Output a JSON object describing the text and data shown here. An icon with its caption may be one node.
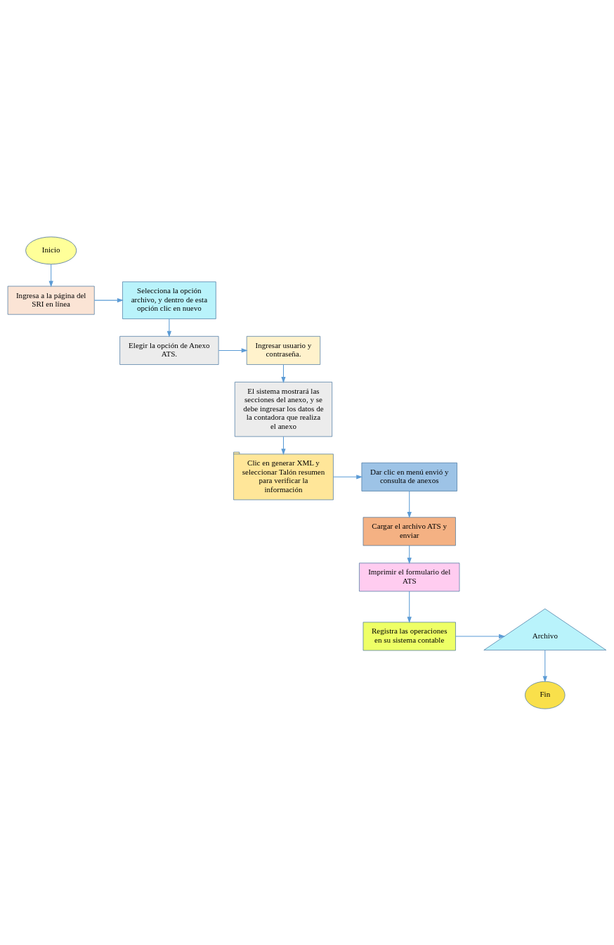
{
  "diagram": {
    "nodes": [
      {
        "text": [
          "Inicio"
        ]
      },
      {
        "text": [
          "Ingresa a la página del SRI en línea"
        ]
      },
      {
        "text": [
          "Selecciona la opción archivo, y dentro de esta opción clic en nuevo"
        ]
      },
      {
        "text": [
          "Elegir la opción de Anexo ATS."
        ]
      },
      {
        "text": [
          "Ingresar usuario y contraseña."
        ]
      },
      {
        "text": [
          "El sistema mostrará las secciones del anexo, y se debe ingresar los datos de la contadora que realiza el anexo"
        ]
      },
      {
        "text": [
          "Clic en generar XML y seleccionar Talón resumen para verificar la información"
        ]
      },
      {
        "text": [
          "Dar clic en menú envió y consulta de anexos"
        ]
      },
      {
        "text": [
          "Cargar el archivo ATS y enviar"
        ]
      },
      {
        "text": [
          "Imprimir el formulario del ATS"
        ]
      },
      {
        "text": [
          "Registra las operaciones en su sistema contable"
        ]
      },
      {
        "text": [
          "Archivo"
        ]
      },
      {
        "text": [
          "Fin"
        ]
      }
    ],
    "edges": [
      {
        "from": 0,
        "to": 1,
        "arrow": "to"
      },
      {
        "from": 1,
        "to": 2,
        "arrow": "to"
      },
      {
        "from": 2,
        "to": 3,
        "arrow": "to"
      },
      {
        "from": 3,
        "to": 4,
        "arrow": "to"
      },
      {
        "from": 4,
        "to": 5,
        "arrow": "to"
      },
      {
        "from": 5,
        "to": 6,
        "arrow": "to"
      },
      {
        "from": 6,
        "to": 7,
        "arrow": "to"
      },
      {
        "from": 7,
        "to": 8,
        "arrow": "to"
      },
      {
        "from": 8,
        "to": 9,
        "arrow": "to"
      },
      {
        "from": 9,
        "to": 10,
        "arrow": "to"
      },
      {
        "from": 10,
        "to": 11,
        "arrow": "to"
      },
      {
        "from": 11,
        "to": 12,
        "arrow": "to"
      }
    ]
  }
}
